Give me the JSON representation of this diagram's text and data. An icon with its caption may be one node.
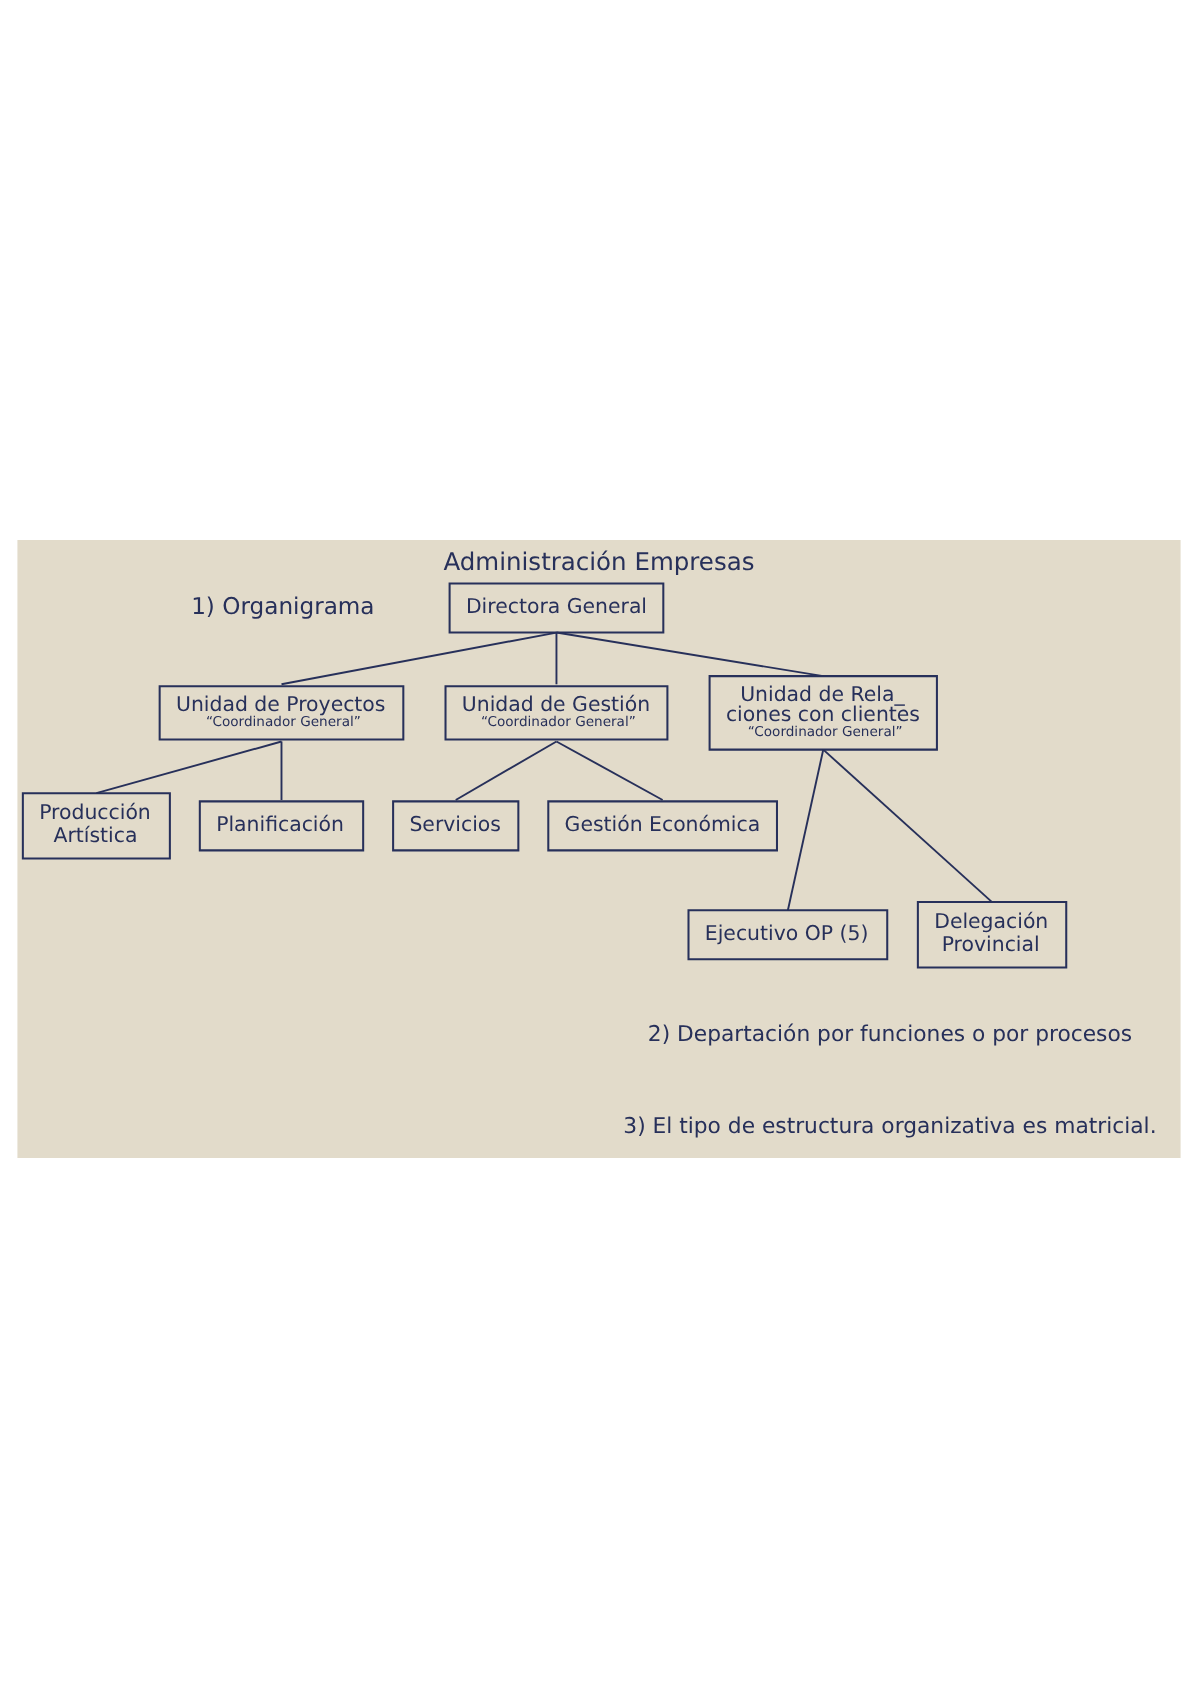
{
  "diagram": {
    "title": "Administración Empresas",
    "nodes": [
      {
        "text": [
          "Directora General"
        ]
      },
      {
        "text": [
          "Unidad de Proyectos",
          "“Coordinador General”"
        ]
      },
      {
        "text": [
          "Unidad de Gestión",
          "“Coordinador General”"
        ]
      },
      {
        "text": [
          "Unidad de Rela_ ciones con clientes",
          "“Coordinador General”"
        ]
      },
      {
        "text": [
          "Producción Artística"
        ]
      },
      {
        "text": [
          "Planificación"
        ]
      },
      {
        "text": [
          "Servicios"
        ]
      },
      {
        "text": [
          "Gestión Económica"
        ]
      },
      {
        "text": [
          "Ejecutivo OP (5)"
        ]
      },
      {
        "text": [
          "Delegación Provincial"
        ]
      }
    ],
    "edges": [
      {
        "from": 0,
        "to": 1,
        "arrow": "none"
      },
      {
        "from": 0,
        "to": 2,
        "arrow": "none"
      },
      {
        "from": 0,
        "to": 3,
        "arrow": "none"
      },
      {
        "from": 1,
        "to": 4,
        "arrow": "none"
      },
      {
        "from": 1,
        "to": 5,
        "arrow": "none"
      },
      {
        "from": 2,
        "to": 6,
        "arrow": "none"
      },
      {
        "from": 2,
        "to": 7,
        "arrow": "none"
      },
      {
        "from": 3,
        "to": 8,
        "arrow": "none"
      },
      {
        "from": 3,
        "to": 9,
        "arrow": "none"
      }
    ],
    "labels": [
      "1) Organigrama",
      "2) Departación por funciones o por procesos",
      "3) El tipo de estructura organizativa es matricial."
    ]
  }
}
